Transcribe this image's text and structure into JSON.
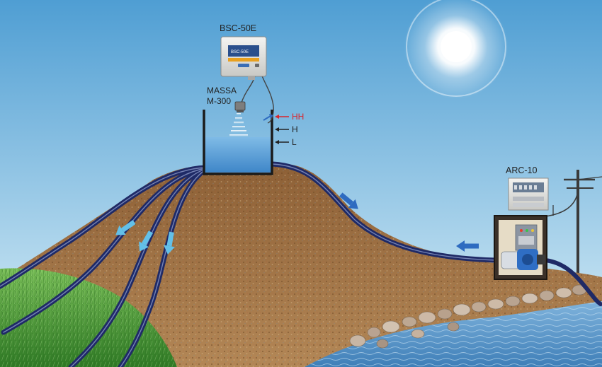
{
  "devices": {
    "controller": {
      "label": "BSC-50E",
      "panel_text": "BSC-50E"
    },
    "sensor": {
      "label_line1": "MASSA",
      "label_line2": "M-300"
    },
    "relay": {
      "label": "ARC-10"
    }
  },
  "levels": [
    {
      "label": "HH",
      "color": "#d9262c"
    },
    {
      "label": "H",
      "color": "#222222"
    },
    {
      "label": "L",
      "color": "#222222"
    }
  ],
  "colors": {
    "sky_top": "#5fa7d6",
    "sky_bottom": "#d6ecf7",
    "soil": "#a4774a",
    "water": "#5b9bd0",
    "pipe": "#1f2a66",
    "flow_arrow_dark": "#2e6bc0",
    "flow_arrow_light": "#63c0e8",
    "crop": "#4f9a36"
  }
}
